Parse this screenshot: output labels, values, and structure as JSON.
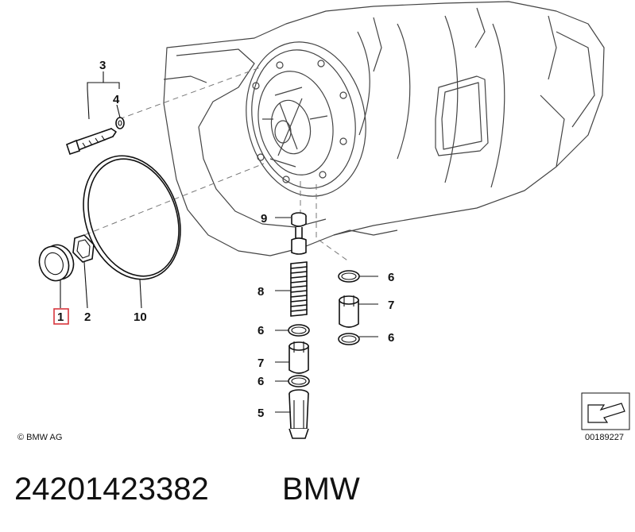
{
  "labels": {
    "p1": "1",
    "p2": "2",
    "p3": "3",
    "p4": "4",
    "p5": "5",
    "p6a": "6",
    "p6b": "6",
    "p6c": "6",
    "p6d": "6",
    "p7a": "7",
    "p7b": "7",
    "p8": "8",
    "p9": "9",
    "p10": "10"
  },
  "highlighted_part": "1",
  "highlight_color": "#d9363e",
  "copyright": "© BMW AG",
  "diagram_number": "00189227",
  "part_number": "24201423382",
  "brand": "BMW"
}
